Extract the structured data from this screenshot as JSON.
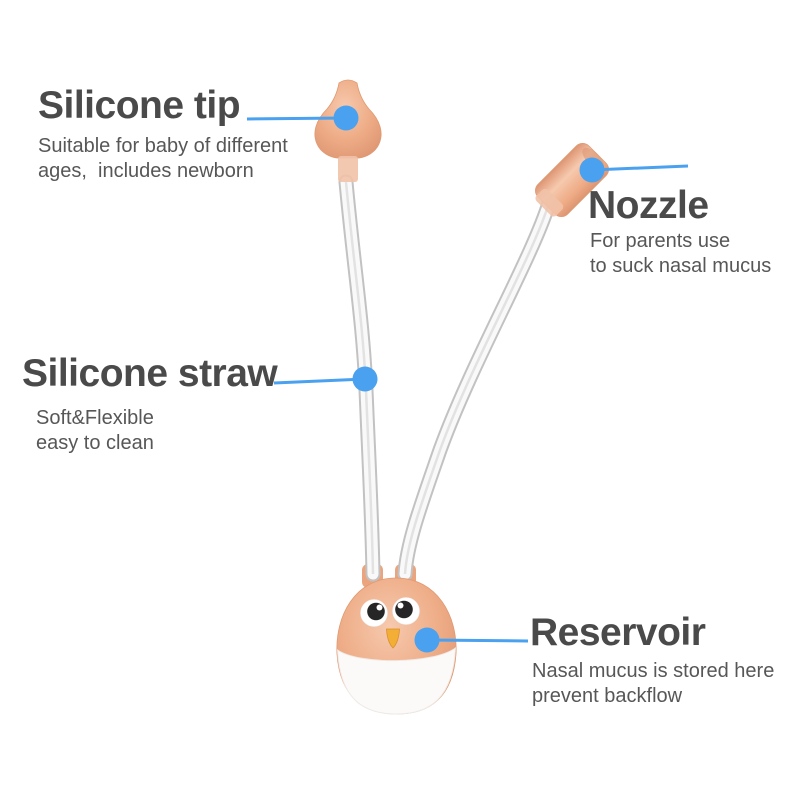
{
  "colors": {
    "background": "#ffffff",
    "accent_blue": "#4aa1f0",
    "heading_text": "#4a4a4a",
    "body_text": "#575757",
    "product_peach": "#eeac86",
    "product_peach_light": "#f6c9ae",
    "product_peach_dark": "#dd9572",
    "beak_orange": "#f2ae35",
    "tube_gray": "#c2c2c2"
  },
  "annotations": {
    "silicone_tip": {
      "title": "Silicone tip",
      "description": "Suitable for baby of different\nages,  includes newborn"
    },
    "nozzle": {
      "title": "Nozzle",
      "description": "For parents use\nto suck nasal mucus"
    },
    "silicone_straw": {
      "title": "Silicone straw",
      "description": "Soft&Flexible\neasy to clean"
    },
    "reservoir": {
      "title": "Reservoir",
      "description": "Nasal mucus is stored here\nprevent backflow"
    }
  }
}
